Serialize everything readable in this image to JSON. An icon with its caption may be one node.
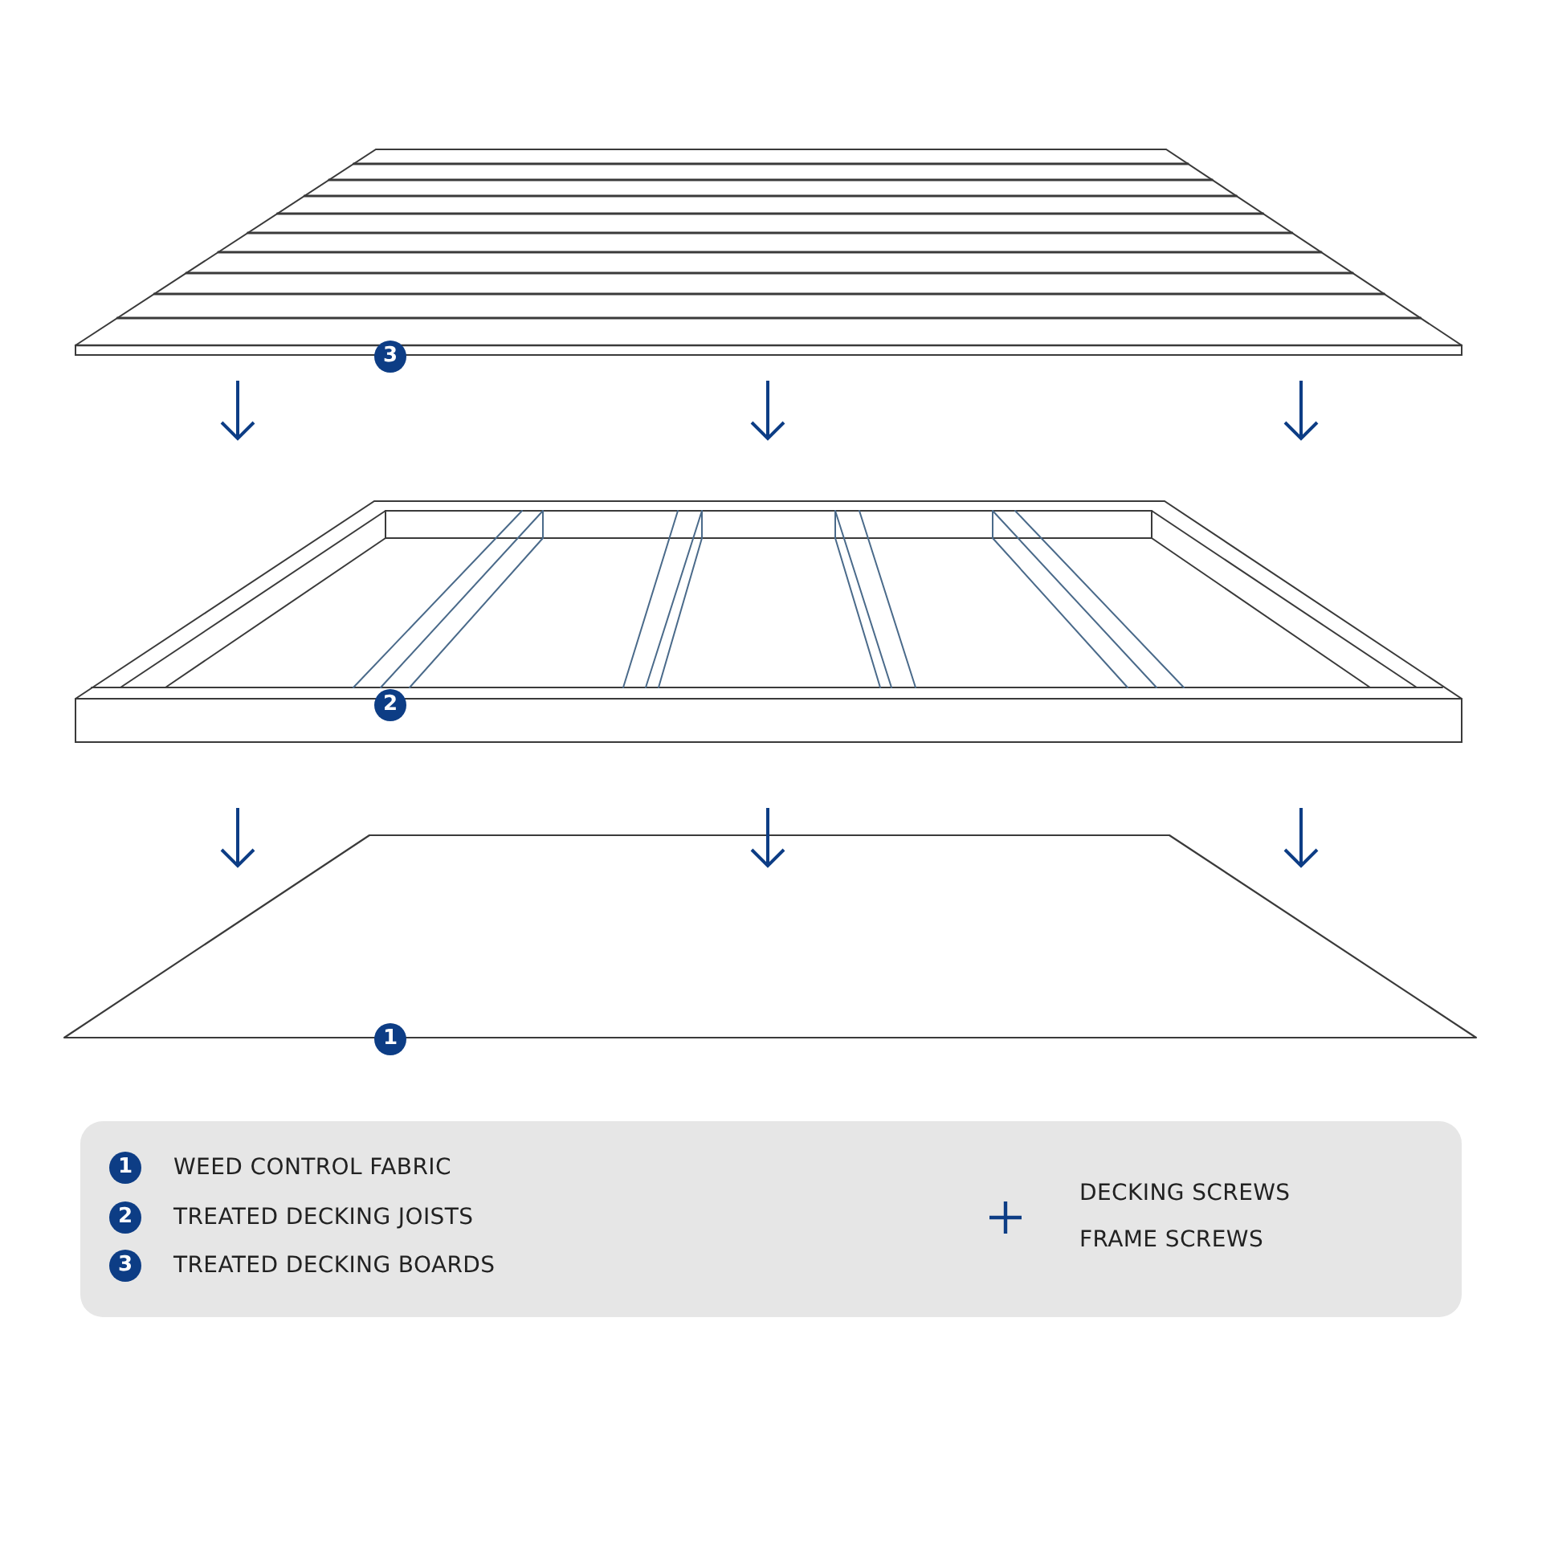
{
  "diagram": {
    "labels": [
      "3",
      "2",
      "1",
      "1",
      "WEED CONTROL FABRIC",
      "2",
      "TREATED DECKING JOISTS",
      "3",
      "TREATED DECKING BOARDS",
      "DECKING SCREWS",
      "FRAME SCREWS"
    ]
  }
}
